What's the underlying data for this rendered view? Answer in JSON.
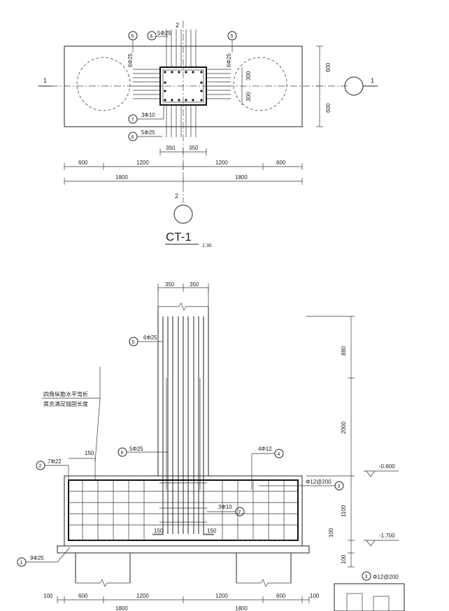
{
  "plan": {
    "title": "CT-1",
    "scale": "1:30",
    "section_1": "1",
    "section_2": "2",
    "dims_top": [
      "600",
      "1200",
      "1200",
      "600"
    ],
    "dims_total": [
      "1800",
      "1800"
    ],
    "dims_col": [
      "350",
      "350"
    ],
    "dims_right": [
      "600",
      "600"
    ],
    "dims_inner": [
      "300",
      "300"
    ],
    "callouts": {
      "c5_left": "5",
      "c6_top": "6",
      "c6_top_label": "5Φ25",
      "c5_right": "5",
      "c6_left_label": "6Φ25",
      "c6_right_label": "6Φ25",
      "c7": "7",
      "c7_label": "3Φ10",
      "c6_bot": "6",
      "c6_bot_label": "5Φ25"
    }
  },
  "section": {
    "dims_col": [
      "350",
      "350"
    ],
    "dims_right": [
      "880",
      "2000",
      "1100",
      "100",
      "100"
    ],
    "dims_bottom": [
      "100",
      "600",
      "1200",
      "1200",
      "600",
      "100"
    ],
    "dims_total": [
      "1800",
      "1800"
    ],
    "elev_top": "-0.600",
    "elev_bot": "-1.700",
    "note_line1": "四角纵筋水平弯折",
    "note_line2": "其余满足锚固长度",
    "dim_150_top": "150",
    "dim_150_a": "150",
    "dim_150_b": "150",
    "callouts": {
      "c5": "5",
      "c5_label": "6Φ25",
      "c6": "6",
      "c6_label": "5Φ25",
      "c2": "2",
      "c2_label": "7Φ22",
      "c4": "4",
      "c4_label": "4Φ12",
      "c3": "3",
      "c3_label": "Φ12@200",
      "c7": "7",
      "c7_label": "3Φ10",
      "c1": "1",
      "c1_label": "9Φ25",
      "c3b": "3",
      "c3b_label": "Φ12@200"
    }
  }
}
